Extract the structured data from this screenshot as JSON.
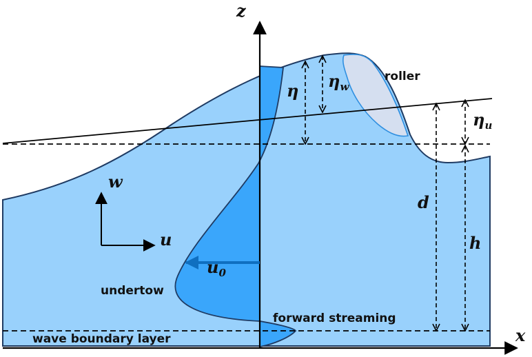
{
  "colors": {
    "water": "#99d1fc",
    "water_outline": "#1f3b63",
    "profile_fill": "#3aa6fb",
    "roller_fill": "#d5dff0",
    "roller_outline": "#2f8fe0",
    "u0_arrow": "#0f6fc0",
    "ink": "#000000"
  },
  "labels": {
    "z_axis": "z",
    "x_axis": "x",
    "w_component": "w",
    "u_component": "u",
    "eta": "η",
    "eta_w": {
      "base": "η",
      "sub": "w"
    },
    "eta_u": {
      "base": "η",
      "sub": "u"
    },
    "d": "d",
    "h": "h",
    "u0": {
      "base": "u",
      "sub": "0"
    },
    "roller": "roller",
    "undertow": "undertow",
    "forward_streaming": "forward streaming",
    "wave_boundary_layer": "wave boundary layer"
  }
}
